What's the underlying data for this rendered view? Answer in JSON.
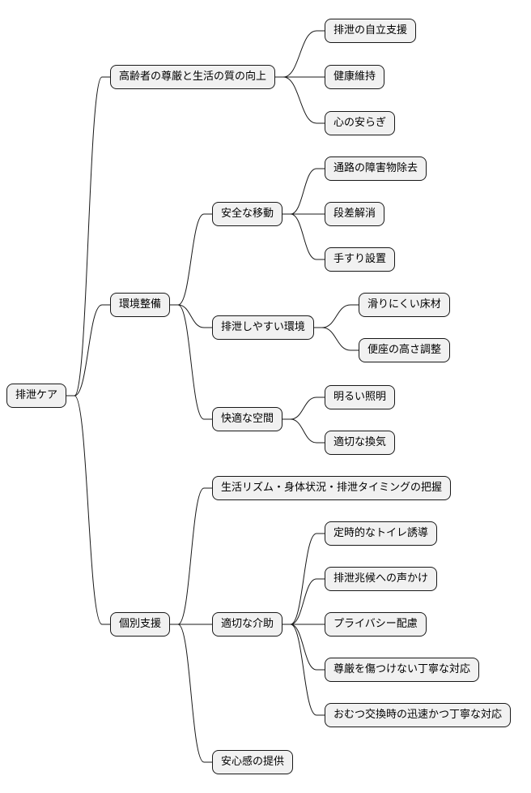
{
  "root": {
    "label": "排泄ケア"
  },
  "branches": [
    {
      "label": "高齢者の尊厳と生活の質の向上",
      "children": [
        {
          "label": "排泄の自立支援"
        },
        {
          "label": "健康維持"
        },
        {
          "label": "心の安らぎ"
        }
      ]
    },
    {
      "label": "環境整備",
      "children": [
        {
          "label": "安全な移動",
          "children": [
            {
              "label": "通路の障害物除去"
            },
            {
              "label": "段差解消"
            },
            {
              "label": "手すり設置"
            }
          ]
        },
        {
          "label": "排泄しやすい環境",
          "children": [
            {
              "label": "滑りにくい床材"
            },
            {
              "label": "便座の高さ調整"
            }
          ]
        },
        {
          "label": "快適な空間",
          "children": [
            {
              "label": "明るい照明"
            },
            {
              "label": "適切な換気"
            }
          ]
        }
      ]
    },
    {
      "label": "個別支援",
      "children": [
        {
          "label": "生活リズム・身体状況・排泄タイミングの把握"
        },
        {
          "label": "適切な介助",
          "children": [
            {
              "label": "定時的なトイレ誘導"
            },
            {
              "label": "排泄兆候への声かけ"
            },
            {
              "label": "プライバシー配慮"
            },
            {
              "label": "尊厳を傷つけない丁寧な対応"
            },
            {
              "label": "おむつ交換時の迅速かつ丁寧な対応"
            }
          ]
        },
        {
          "label": "安心感の提供"
        }
      ]
    }
  ]
}
